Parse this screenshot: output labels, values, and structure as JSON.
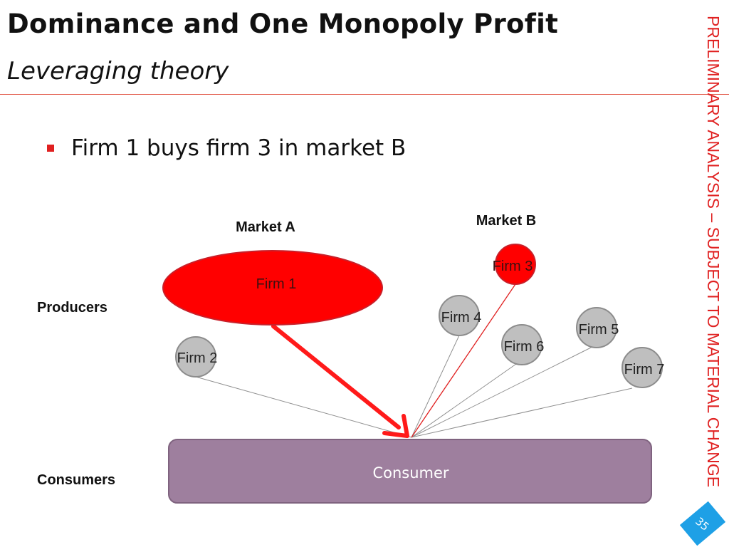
{
  "slide": {
    "title": "Dominance and One Monopoly Profit",
    "subtitle": "Leveraging theory",
    "side_banner": "PRELIMINARY ANALYSIS – SUBJECT TO MATERIAL CHANGE",
    "bullet": "Firm 1 buys firm 3 in market B",
    "page_number": "35"
  },
  "diagram": {
    "market_a_label": "Market A",
    "market_b_label": "Market B",
    "producers_label": "Producers",
    "consumers_label": "Consumers",
    "consumer_box_label": "Consumer",
    "firms": {
      "firm1": "Firm 1",
      "firm2": "Firm 2",
      "firm3": "Firm 3",
      "firm4": "Firm 4",
      "firm5": "Firm 5",
      "firm6": "Firm 6",
      "firm7": "Firm 7"
    },
    "colors": {
      "merged_firm": "#ff0000",
      "independent_firm": "#bfbfbf",
      "consumer": "#9e7f9e",
      "accent": "#e02020"
    }
  }
}
